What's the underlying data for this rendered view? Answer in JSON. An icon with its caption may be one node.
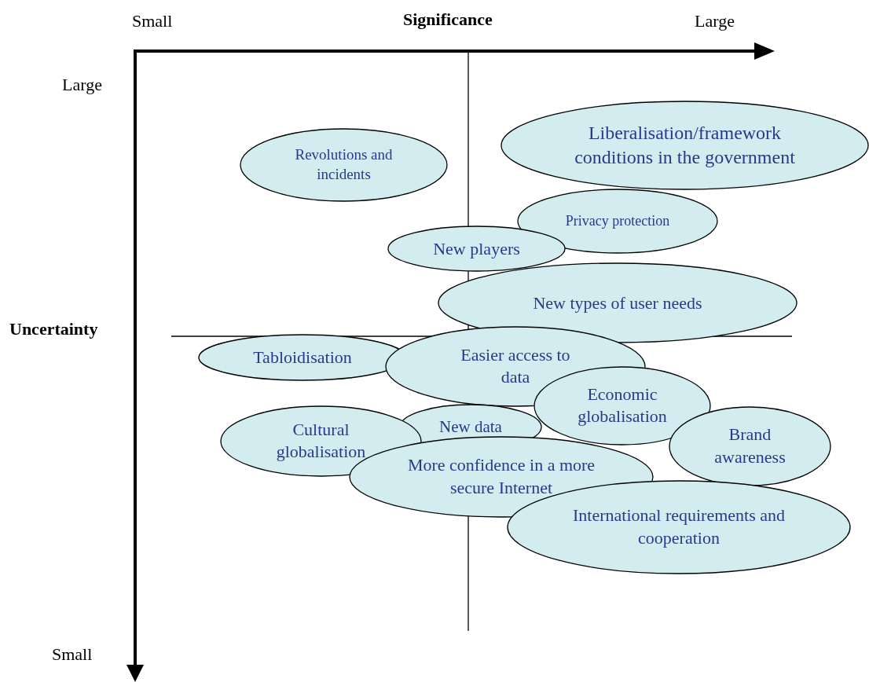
{
  "diagram": {
    "nodes": [
      {
        "text": [
          "Revolutions and incidents"
        ]
      },
      {
        "text": [
          "Liberalisation/framework conditions in the government"
        ]
      },
      {
        "text": [
          "Privacy protection"
        ]
      },
      {
        "text": [
          "New players"
        ]
      },
      {
        "text": [
          "New types of user needs"
        ]
      },
      {
        "text": [
          "Tabloidisation"
        ]
      },
      {
        "text": [
          "Easier access to data"
        ]
      },
      {
        "text": [
          "Economic globalisation"
        ]
      },
      {
        "text": [
          "New data"
        ]
      },
      {
        "text": [
          "Cultural globalisation"
        ]
      },
      {
        "text": [
          "Brand awareness"
        ]
      },
      {
        "text": [
          "More confidence in a more secure Internet"
        ]
      },
      {
        "text": [
          "International requirements and cooperation"
        ]
      }
    ],
    "labels": [
      "Small",
      "Significance",
      "Large",
      "Large",
      "Uncertainty",
      "Small"
    ]
  }
}
